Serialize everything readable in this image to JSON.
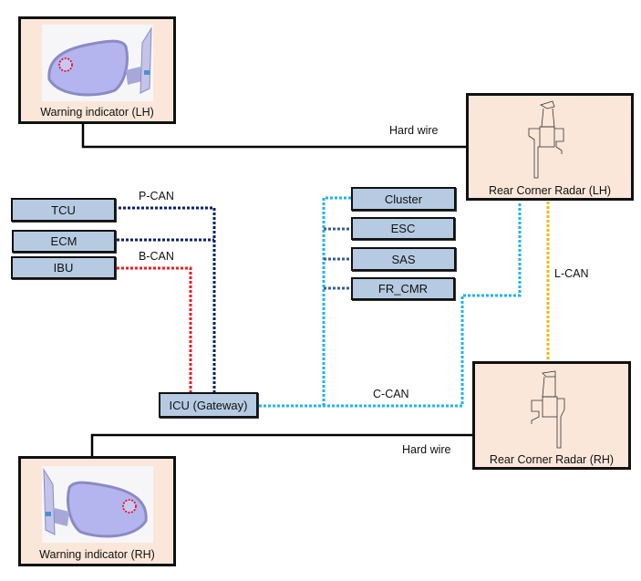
{
  "components": {
    "mirror_lh": "Warning indicator (LH)",
    "mirror_rh": "Warning indicator (RH)",
    "radar_lh": "Rear Corner Radar (LH)",
    "radar_rh": "Rear Corner Radar (RH)",
    "tcu": "TCU",
    "ecm": "ECM",
    "ibu": "IBU",
    "icu": "ICU (Gateway)",
    "cluster": "Cluster",
    "esc": "ESC",
    "sas": "SAS",
    "fr_cmr": "FR_CMR"
  },
  "connections": {
    "hard_wire_top": "Hard wire",
    "hard_wire_bottom": "Hard wire",
    "p_can": "P-CAN",
    "b_can": "B-CAN",
    "c_can": "C-CAN",
    "l_can": "L-CAN"
  },
  "colors": {
    "p_can": "#0d1f6e",
    "b_can": "#ee1c24",
    "c_can": "#1eb4ee",
    "c_can_stub": "#3c5f8f",
    "l_can": "#f5b800",
    "hard_wire": "#000000",
    "module_fill": "#b6cbe2",
    "component_fill": "#fbe7da"
  }
}
